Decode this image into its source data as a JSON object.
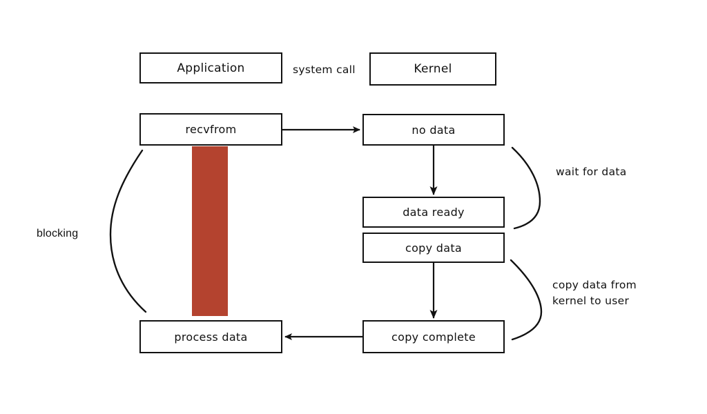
{
  "diagram": {
    "title": "blocking-io-model",
    "background": "#ffffff",
    "ink": "#111111",
    "accent": "#b4432f"
  },
  "columns": {
    "application_label": "Application",
    "kernel_label": "Kernel",
    "system_call_label": "system call"
  },
  "nodes": {
    "recvfrom": "recvfrom",
    "no_data": "no data",
    "data_ready": "data ready",
    "copy_data": "copy data",
    "copy_complete": "copy complete",
    "process_data": "process data"
  },
  "annotations": {
    "blocking": "blocking",
    "wait_for_data": "wait for data",
    "copy_from_kernel_line1": "copy data from",
    "copy_from_kernel_line2": "kernel to user"
  },
  "blocked_bar": {
    "color": "#b4432f",
    "meaning": "process blocked"
  }
}
